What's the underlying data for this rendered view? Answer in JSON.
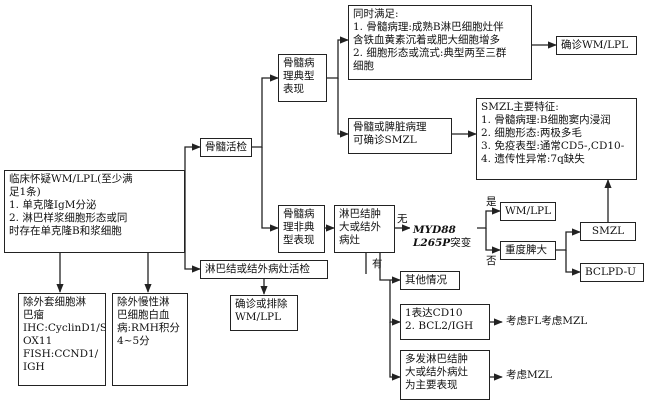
{
  "nodes": {
    "suspect": "临床怀疑WM/LPL(至少满\n足1条)\n1. 单克隆IgM分泌\n2. 淋巴样浆细胞形态或同\n时存在单克隆B和浆细胞",
    "exclude_mcl": "除外套细胞淋\n巴瘤\nIHC:CyclinD1/S\nOX11\nFISH:CCND1/\nIGH",
    "exclude_cll": "除外慢性淋\n巴细胞白血\n病:RMH积分\n4~5分",
    "bm_biopsy": "骨髓活检",
    "ln_biopsy": "淋巴结或结外病灶活检",
    "confirm_or_exclude": "确诊或排除\nWM/LPL",
    "bm_typical": "骨髓病\n理典型\n表现",
    "bm_atypical": "骨髓病\n理非典\n型表现",
    "both_criteria": "同时满足:\n1. 骨髓病理:成熟B淋巴细胞灶伴\n含铁血黄素沉着或肥大细胞增多\n2. 细胞形态或流式:典型两至三群\n细胞",
    "confirm_wm": "确诊WM/LPL",
    "bm_spleen_smzl": "骨髓或脾脏病理\n可确诊SMZL",
    "smzl_features": "SMZL主要特征:\n1. 骨髓病理:B细胞窦内浸润\n2. 细胞形态:两极多毛\n3. 免疫表型:通常CD5-,CD10-\n4. 遗传性异常:7q缺失",
    "lymph_node": "淋巴结肿\n大或结外\n病灶",
    "myd88_gene": "MYD88\nL265P",
    "myd88_suffix": "突变",
    "wm_lpl": "WM/LPL",
    "splenomegaly": "重度脾大",
    "smzl": "SMZL",
    "bclpd": "BCLPD-U",
    "other": "其他情况",
    "cd10": "1表达CD10\n2. BCL2/IGH",
    "consider_fl": "考虑FL考虑MZL",
    "multi_ln": "多发淋巴结肿\n大或结外病灶\n为主要表现",
    "consider_mzl": "考虑MZL"
  },
  "edge_labels": {
    "no_lymph": "无",
    "yes_lymph": "有",
    "yes": "是",
    "no": "否"
  }
}
